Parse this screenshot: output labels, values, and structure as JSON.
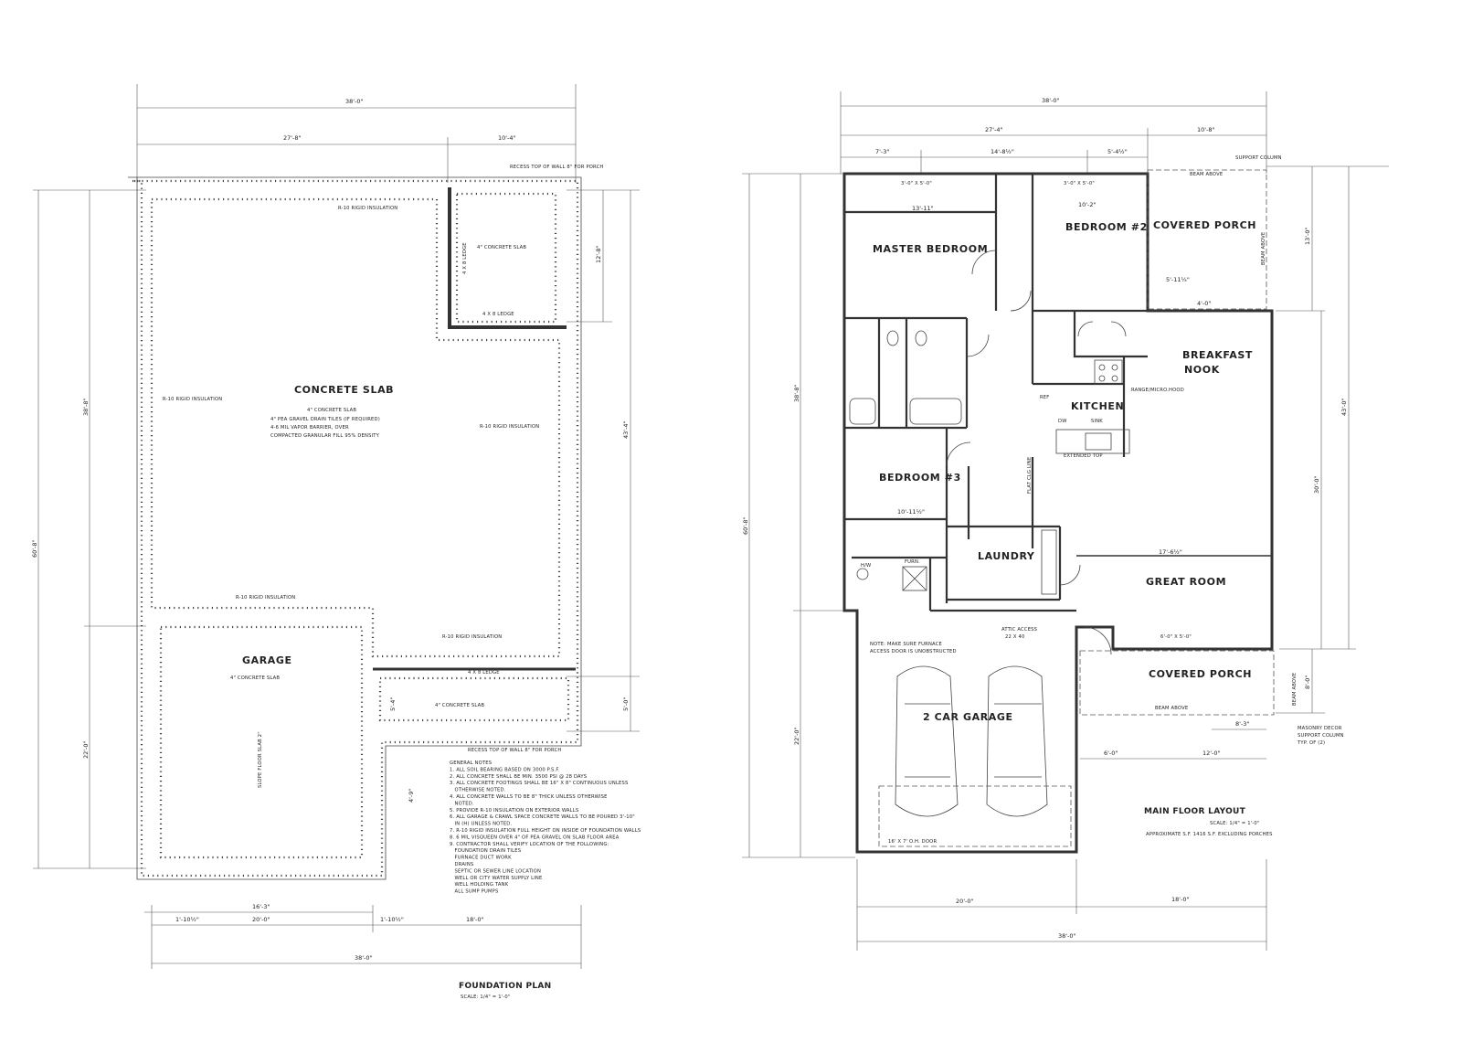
{
  "foundation": {
    "title": "FOUNDATION PLAN",
    "scale": "SCALE: 1/4\" = 1'-0\"",
    "dims": {
      "top_overall": "38'-0\"",
      "top_left": "27'-8\"",
      "top_right": "10'-4\"",
      "left_overall": "60'-8\"",
      "left_upper": "38'-8\"",
      "left_lower": "22'-0\"",
      "right_upper": "12'-8\"",
      "right_mid": "43'-4\"",
      "right_lower": "5'-0\"",
      "bottom_a": "16'-3\"",
      "bottom_b1": "1'-10½\"",
      "bottom_b2": "20'-0\"",
      "bottom_b3": "1'-10½\"",
      "bottom_b4": "18'-0\"",
      "bottom_overall": "38'-0\"",
      "ledge_upper": "5'-4\"",
      "ledge_lower": "4'-9\""
    },
    "labels": {
      "recess_top": "RECESS TOP OF WALL 8\" FOR PORCH",
      "recess_bottom": "RECESS TOP OF WALL 8\" FOR PORCH",
      "insul_top": "R-10 RIGID INSULATION",
      "insul_left": "R-10 RIGID INSULATION",
      "insul_right": "R-10 RIGID INSULATION",
      "insul_mid": "R-10 RIGID INSULATION",
      "insul_low": "R-10 RIGID INSULATION",
      "slab_title": "CONCRETE SLAB",
      "slab_note1": "4\" CONCRETE SLAB",
      "slab_note2": "4\" PEA GRAVEL DRAIN TILES (IF REQUIRED)",
      "slab_note3": "4-6 MIL VAPOR BARRIER, OVER",
      "slab_note4": "COMPACTED GRANULAR FILL 95% DENSITY",
      "porch_slab": "4\" CONCRETE SLAB",
      "ledge_vert": "4 X 8 LEDGE",
      "ledge_horiz": "4 X 8 LEDGE",
      "ledge_lower": "4 X 8 LEDGE",
      "garage_title": "GARAGE",
      "garage_slab": "4\" CONCRETE SLAB",
      "garage_slope": "SLOPE FLOOR SLAB 2\"",
      "porch2_slab": "4\" CONCRETE SLAB"
    },
    "notes": [
      "GENERAL NOTES",
      "1. ALL SOIL BEARING BASED ON 3000 P.S.F.",
      "2. ALL CONCRETE SHALL BE MIN. 3500 PSI @ 28 DAYS",
      "3. ALL CONCRETE FOOTINGS SHALL BE 16\" X 8\" CONTINUOUS UNLESS",
      "   OTHERWISE NOTED.",
      "4. ALL CONCRETE WALLS TO BE 8\" THICK UNLESS OTHERWISE",
      "   NOTED.",
      "5. PROVIDE R-10 INSULATION ON EXTERIOR WALLS",
      "6. ALL GARAGE & CRAWL SPACE CONCRETE WALLS TO BE POURED 3'-10\"",
      "   IN (H) UNLESS NOTED.",
      "7. R-10 RIGID INSULATION FULL HEIGHT ON INSIDE OF FOUNDATION WALLS",
      "8. 6 MIL VISQUEEN OVER 4\" OF PEA GRAVEL ON SLAB FLOOR AREA",
      "9. CONTRACTOR SHALL VERIFY LOCATION OF THE FOLLOWING:",
      "   FOUNDATION DRAIN TILES",
      "   FURNACE DUCT WORK",
      "   DRAINS",
      "   SEPTIC OR SEWER LINE LOCATION",
      "   WELL OR CITY WATER SUPPLY LINE",
      "   WELL HOLDING TANK",
      "   ALL SUMP PUMPS"
    ]
  },
  "main_floor": {
    "title": "MAIN FLOOR LAYOUT",
    "scale": "SCALE: 1/4\" = 1'-0\"",
    "area": "APPROXIMATE S.F. 1416 S.F. EXCLUDING PORCHES",
    "dims": {
      "top_overall": "38'-0\"",
      "top_a": "27'-4\"",
      "top_b": "10'-8\"",
      "top_c1": "7'-3\"",
      "top_c2": "14'-8½\"",
      "top_c3": "5'-4½\"",
      "left_overall": "60'-8\"",
      "left_upper": "38'-8\"",
      "left_lower": "22'-0\"",
      "right_a": "13'-0\"",
      "right_b": "43'-0\"",
      "right_c": "30'-0\"",
      "right_d": "8'-0\"",
      "bottom_a": "20'-0\"",
      "bottom_b": "18'-0\"",
      "bottom_overall": "38'-0\"",
      "master_width": "13'-11\"",
      "br2_width": "10'-2\"",
      "br3_width": "10'-11½\"",
      "great_width": "17'-6½\"",
      "porch_w": "5'-11¼\"",
      "porch_h": "4'-0\"",
      "garage_w1": "6'-0\"",
      "garage_w2": "12'-0\"",
      "garage_w3": "8'-3\""
    },
    "rooms": {
      "master": "MASTER BEDROOM",
      "br2": "BEDROOM #2",
      "br3": "BEDROOM #3",
      "covered_porch_top": "COVERED PORCH",
      "breakfast1": "BREAKFAST",
      "breakfast2": "NOOK",
      "kitchen": "KITCHEN",
      "laundry": "LAUNDRY",
      "great": "GREAT ROOM",
      "garage": "2 CAR GARAGE",
      "covered_porch_bottom": "COVERED PORCH"
    },
    "labels": {
      "support_column": "SUPPORT COLUMN",
      "beam_above_1": "BEAM ABOVE",
      "beam_above_2": "BEAM ABOVE",
      "beam_above_3": "BEAM ABOVE",
      "beam_above_4": "BEAM ABOVE",
      "window_1": "3'-0\" X 5'-0\"",
      "window_2": "3'-0\" X 5'-0\"",
      "window_3": "6'-0\" X 5'-0\"",
      "range": "RANGE/MICRO.HOOD",
      "ref": "REF",
      "dw": "DW",
      "sink": "SINK",
      "extended_top": "EXTENDED TOP",
      "furnace_note1": "NOTE: MAKE SURE FURNACE",
      "furnace_note2": "ACCESS DOOR IS UNOBSTRUCTED",
      "attic1": "ATTIC ACCESS",
      "attic2": "22 X 40",
      "garage_door": "16' X 7' O.H. DOOR",
      "masonry1": "MASONRY DECOR",
      "masonry2": "SUPPORT COLUMN",
      "masonry3": "TYP. OF (2)",
      "hw": "H/W",
      "furn": "FURN.",
      "flat_line": "FLAT CLG LINE"
    }
  }
}
